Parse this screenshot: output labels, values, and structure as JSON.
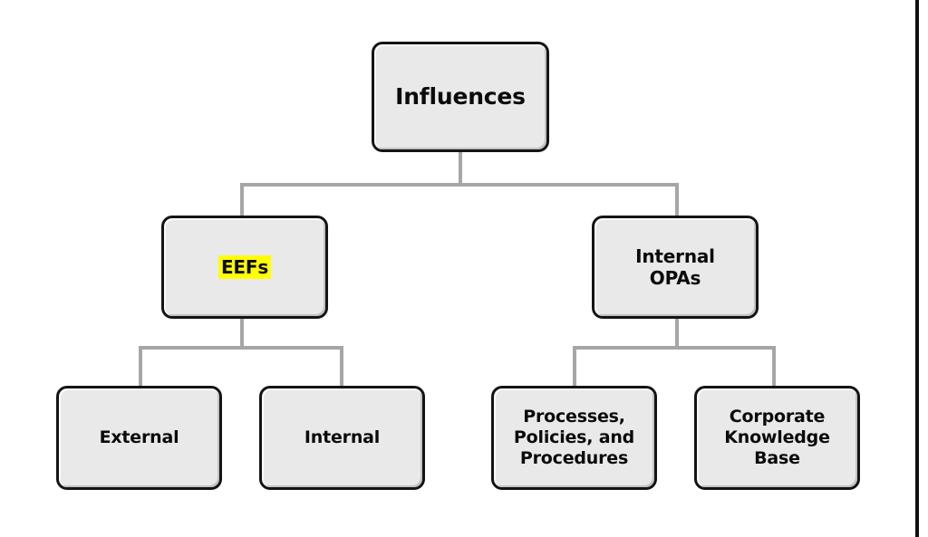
{
  "diagram": {
    "type": "hierarchy-tree",
    "title": "Influences hierarchy",
    "orientation": "top-down",
    "colors": {
      "node_fill": "#e9e9e9",
      "node_border": "#141414",
      "connector": "#a6a6a6",
      "text": "#0b0b0b",
      "highlight": "#ffff00",
      "canvas": "#ffffff",
      "edge_rule": "#111111"
    },
    "nodes": [
      {
        "id": "influences",
        "label": "Influences",
        "level": 1,
        "highlighted": false,
        "parent": null
      },
      {
        "id": "eefs",
        "label": "EEFs",
        "level": 2,
        "highlighted": true,
        "parent": "influences"
      },
      {
        "id": "internal-opas",
        "label": "Internal\nOPAs",
        "level": 2,
        "highlighted": false,
        "parent": "influences"
      },
      {
        "id": "external",
        "label": "External",
        "level": 3,
        "highlighted": false,
        "parent": "eefs"
      },
      {
        "id": "internal",
        "label": "Internal",
        "level": 3,
        "highlighted": false,
        "parent": "eefs"
      },
      {
        "id": "processes-policies-procedures",
        "label": "Processes,\nPolicies, and\nProcedures",
        "level": 3,
        "highlighted": false,
        "parent": "internal-opas"
      },
      {
        "id": "corporate-knowledge-base",
        "label": "Corporate\nKnowledge\nBase",
        "level": 3,
        "highlighted": false,
        "parent": "internal-opas"
      }
    ],
    "edges": [
      {
        "from": "influences",
        "to": "eefs"
      },
      {
        "from": "influences",
        "to": "internal-opas"
      },
      {
        "from": "eefs",
        "to": "external"
      },
      {
        "from": "eefs",
        "to": "internal"
      },
      {
        "from": "internal-opas",
        "to": "processes-policies-procedures"
      },
      {
        "from": "internal-opas",
        "to": "corporate-knowledge-base"
      }
    ]
  }
}
